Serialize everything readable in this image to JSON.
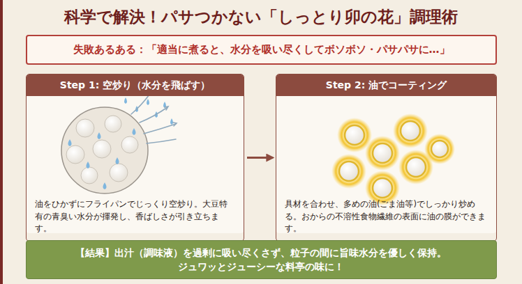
{
  "diagram": {
    "title": "科学で解決！パサつかない「しっとり卯の花」調理術",
    "nodes": [
      {
        "text": [
          "失敗あるある：「適当に煮ると、水分を吸い尽くしてボソボソ・パサパサに…」"
        ]
      },
      {
        "text": [
          "Step 1: 空炒り（水分を飛ばす）",
          "油をひかずにフライパンでじっくり空炒り。大豆特有の青臭い水分が揮発し、香ばしさが引き立ちます。"
        ]
      },
      {
        "text": [
          "Step 2: 油でコーティング",
          "具材を合わせ、多めの油(ごま油等)でしっかり炒める。おからの不溶性食物繊維の表面に油の膜ができます。"
        ]
      },
      {
        "text": [
          "【結果】出汁（調味液）を過剰に吸い尽くさず、粒子の間に旨味水分を優しく保持。 ジュワッとジューシーな料亭の味に！"
        ]
      }
    ],
    "edges": [
      {
        "from": 1,
        "to": 2,
        "arrow": "to"
      }
    ]
  }
}
